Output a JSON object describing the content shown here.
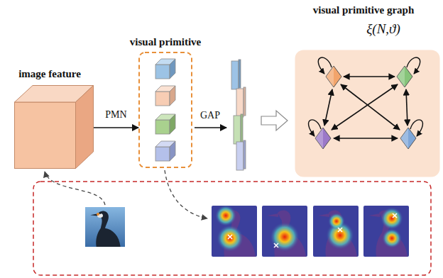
{
  "diagram": {
    "nodes": [
      {
        "text": [
          "image feature"
        ]
      },
      {
        "text": [
          "visual primitive"
        ]
      },
      {
        "text": [
          "visual primitive graph",
          "ξ(N,ϑ)"
        ]
      }
    ],
    "edges": [
      {
        "from": 0,
        "to": 1,
        "arrow": "to",
        "label": "PMN"
      }
    ],
    "labels": [
      "GAP"
    ]
  }
}
